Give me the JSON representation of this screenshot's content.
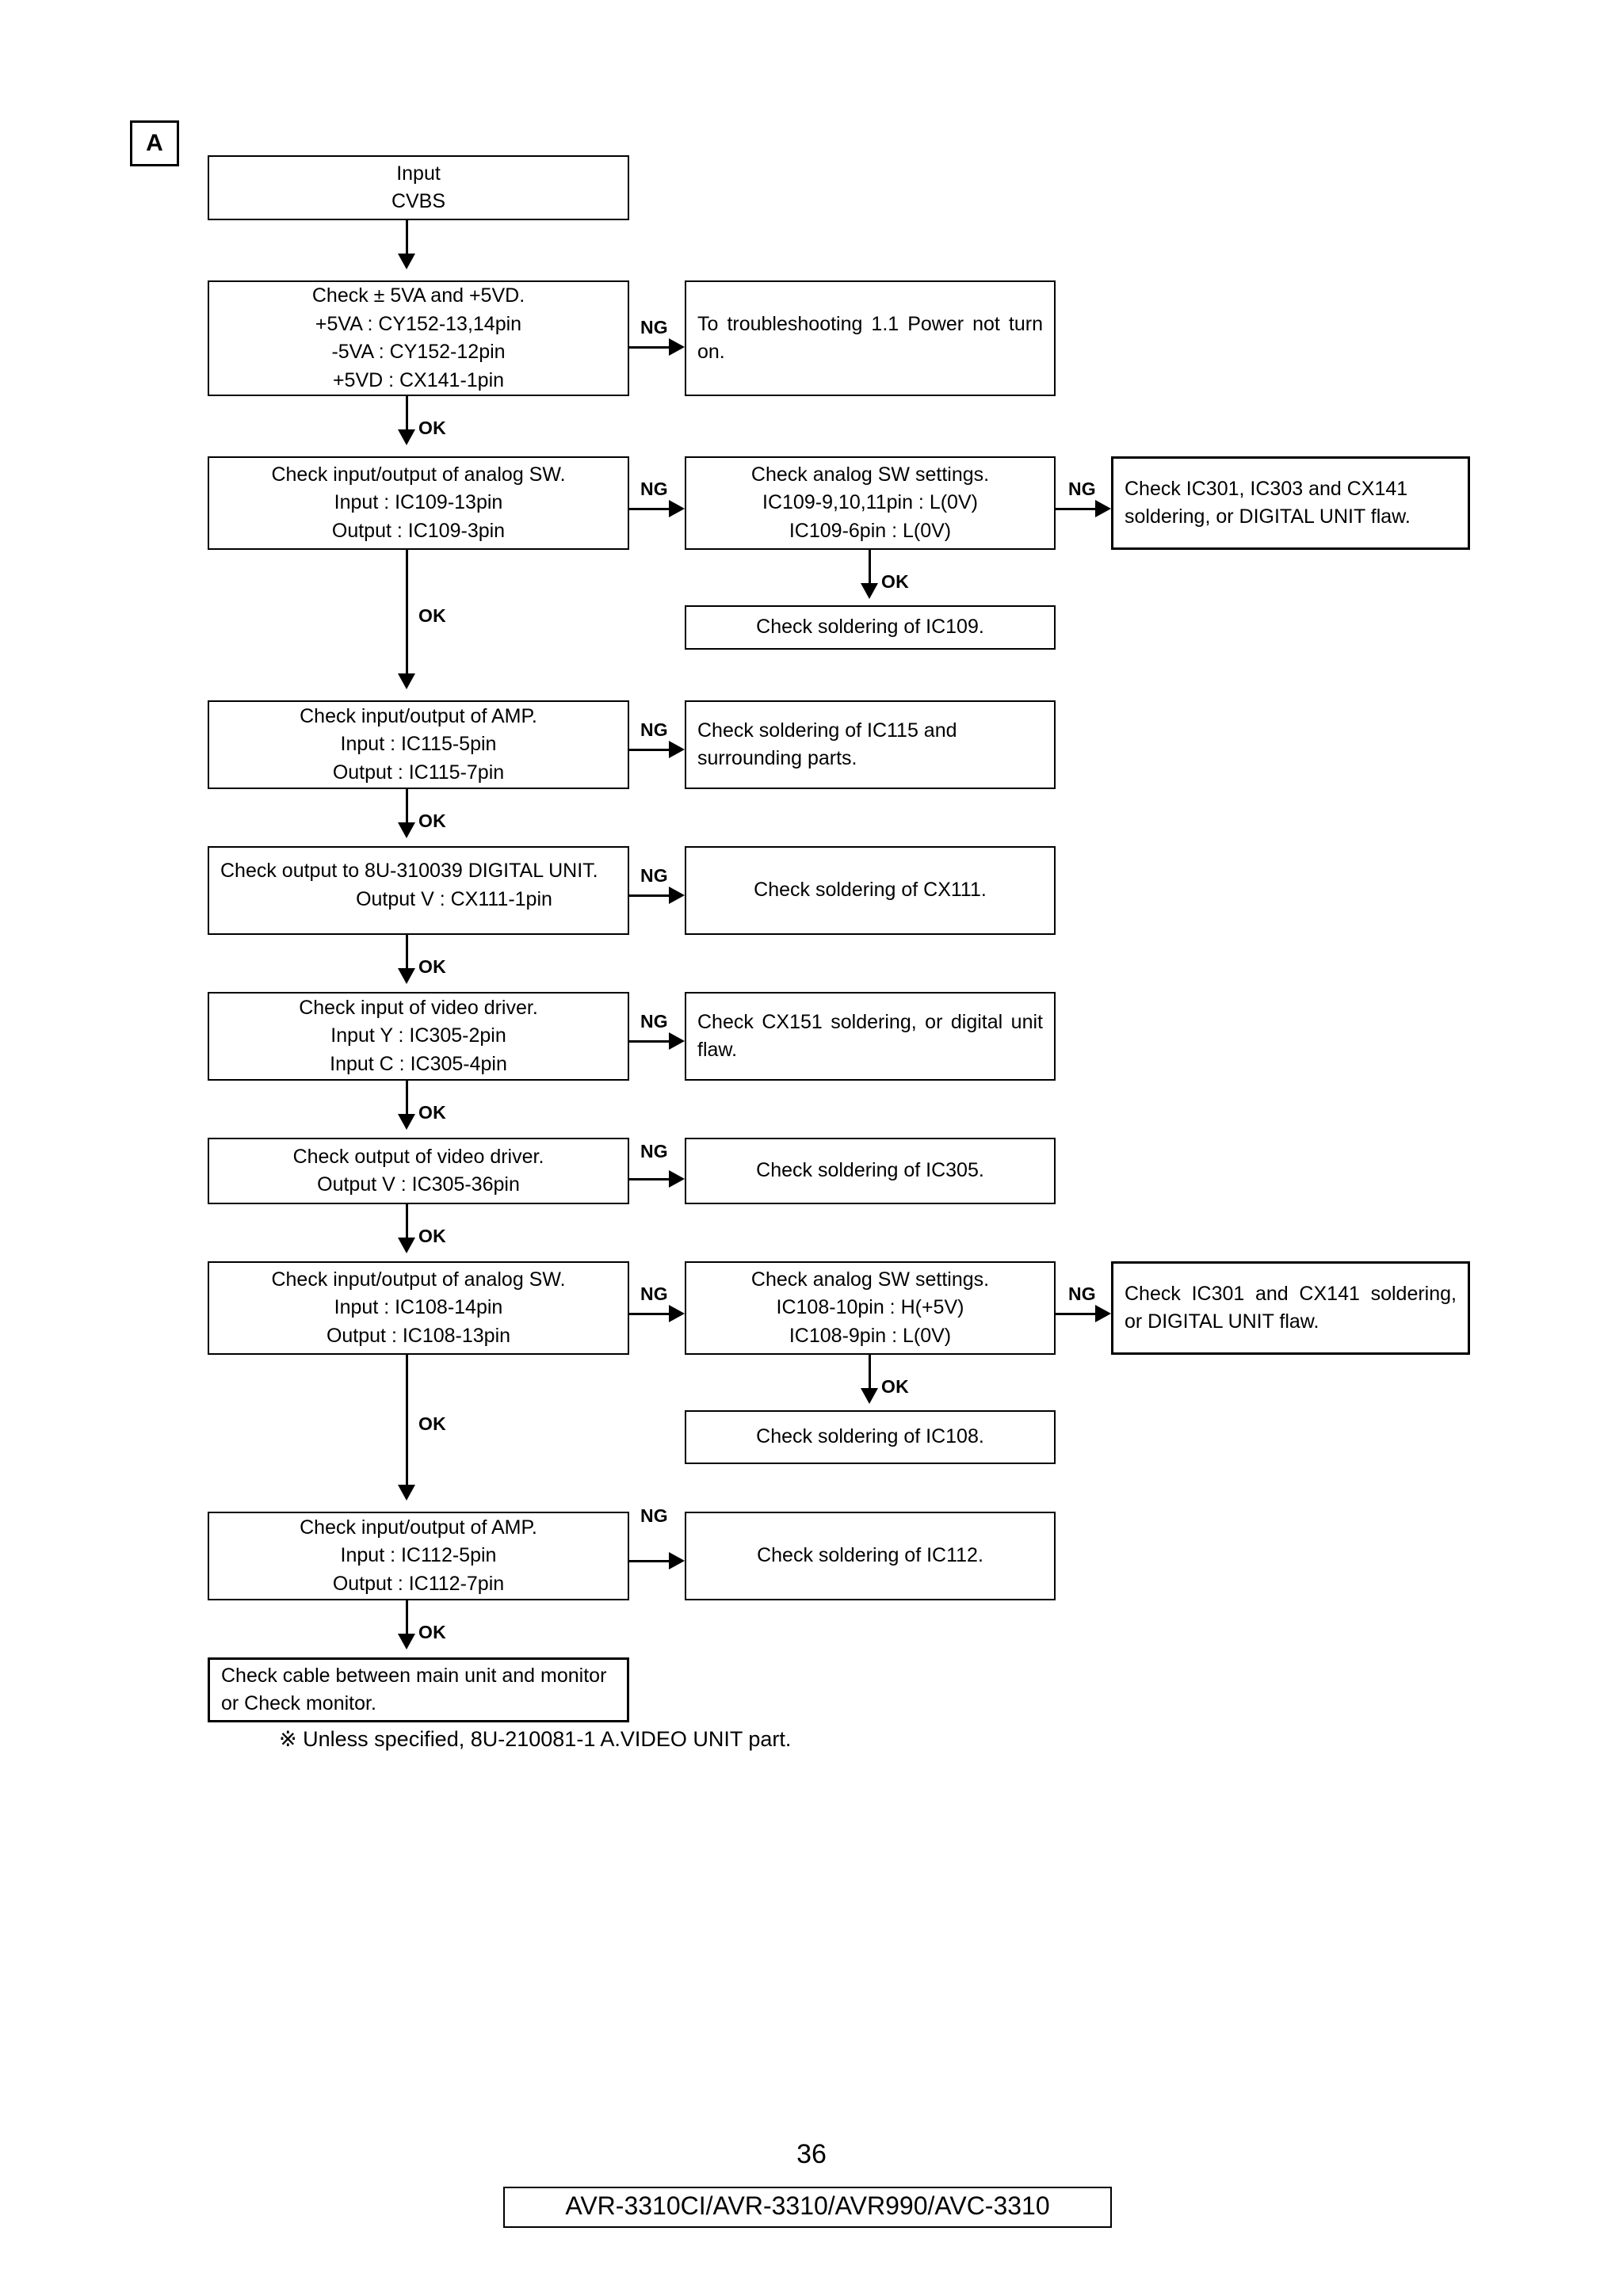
{
  "document": {
    "section_marker": "A",
    "footnote": "※  Unless specified, 8U-210081-1 A.VIDEO UNIT part.",
    "page_number": "36",
    "model_line": "AVR-3310CI/AVR-3310/AVR990/AVC-3310"
  },
  "edge_labels": {
    "ok": "OK",
    "ng": "NG"
  },
  "flowchart": {
    "type": "troubleshooting-flowchart",
    "nodes": {
      "input": {
        "lines": [
          "Input",
          "CVBS"
        ]
      },
      "check_power": {
        "lines": [
          "Check ± 5VA and +5VD.",
          "+5VA : CY152-13,14pin",
          "-5VA : CY152-12pin",
          "+5VD : CX141-1pin"
        ]
      },
      "power_ng": {
        "text": "To troubleshooting 1.1 Power not turn on."
      },
      "check_sw_109": {
        "lines": [
          "Check input/output of analog SW.",
          "Input : IC109-13pin",
          "Output : IC109-3pin"
        ]
      },
      "sw_settings_109": {
        "lines": [
          "Check analog SW settings.",
          "IC109-9,10,11pin : L(0V)",
          "IC109-6pin : L(0V)"
        ]
      },
      "ic301_303_cx141": {
        "text": "Check IC301, IC303 and CX141 soldering, or DIGITAL UNIT flaw."
      },
      "solder_ic109": {
        "text": "Check soldering of IC109."
      },
      "check_amp_115": {
        "lines": [
          "Check input/output of AMP.",
          "Input : IC115-5pin",
          "Output : IC115-7pin"
        ]
      },
      "solder_ic115": {
        "text": "Check soldering of IC115 and surrounding parts."
      },
      "check_digital_unit_out": {
        "lines": [
          "Check output to 8U-310039 DIGITAL UNIT.",
          "Output V : CX111-1pin"
        ]
      },
      "solder_cx111": {
        "text": "Check soldering of CX111."
      },
      "check_video_driver_in": {
        "lines": [
          "Check input of video driver.",
          "Input Y : IC305-2pin",
          "Input C : IC305-4pin"
        ]
      },
      "cx151_ng": {
        "text": "Check CX151 soldering, or digital unit flaw."
      },
      "check_video_driver_out": {
        "lines": [
          "Check output of video driver.",
          "Output V : IC305-36pin"
        ]
      },
      "solder_ic305": {
        "text": "Check soldering of IC305."
      },
      "check_sw_108": {
        "lines": [
          "Check input/output of analog SW.",
          "Input : IC108-14pin",
          "Output : IC108-13pin"
        ]
      },
      "sw_settings_108": {
        "lines": [
          "Check analog SW settings.",
          "IC108-10pin : H(+5V)",
          "IC108-9pin : L(0V)"
        ]
      },
      "ic301_cx141": {
        "text": "Check IC301 and CX141 soldering, or DIGITAL UNIT flaw."
      },
      "solder_ic108": {
        "text": "Check soldering of IC108."
      },
      "check_amp_112": {
        "lines": [
          "Check input/output of AMP.",
          "Input : IC112-5pin",
          "Output : IC112-7pin"
        ]
      },
      "solder_ic112": {
        "text": "Check soldering of IC112."
      },
      "check_cable": {
        "text": "Check cable between main unit and monitor or Check monitor."
      }
    }
  }
}
